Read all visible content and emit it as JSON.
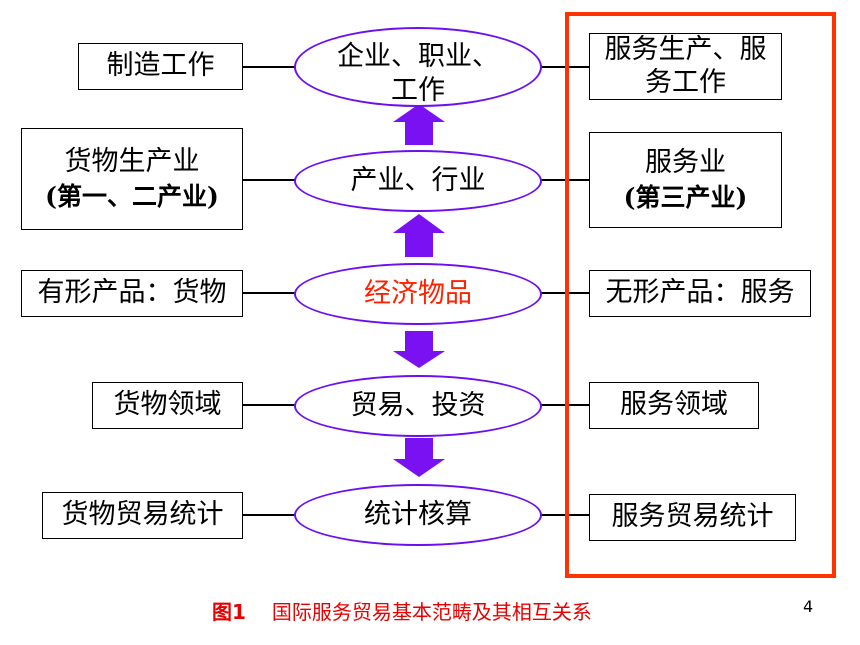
{
  "left_boxes": [
    {
      "text": "制造工作"
    },
    {
      "line1": "货物生产业",
      "line2": "(第一、二产业)"
    },
    {
      "text": "有形产品：货物"
    },
    {
      "text": "货物领域"
    },
    {
      "text": "货物贸易统计"
    }
  ],
  "center_ellipses": [
    {
      "line1": "企业、职业、",
      "line2": "工作"
    },
    {
      "text": "产业、行业"
    },
    {
      "text": "经济物品"
    },
    {
      "text": "贸易、投资"
    },
    {
      "text": "统计核算"
    }
  ],
  "right_boxes": [
    {
      "line1": "服务生产、服",
      "line2": "务工作"
    },
    {
      "line1": "服务业",
      "line2": "(第三产业)"
    },
    {
      "text": "无形产品：服务"
    },
    {
      "text": "服务领域"
    },
    {
      "text": "服务贸易统计"
    }
  ],
  "caption": {
    "figure": "图1",
    "title": "国际服务贸易基本范畴及其相互关系"
  },
  "page_number": "4",
  "colors": {
    "ellipse_border": "#6b0ff0",
    "arrow": "#7a11f2",
    "highlight_frame": "#ff3300",
    "center_text": "#ff2200",
    "caption": "#e80000"
  }
}
